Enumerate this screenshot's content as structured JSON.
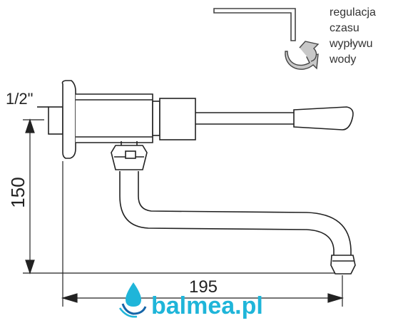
{
  "dimensions": {
    "thread": "1/2\"",
    "height": "150",
    "width": "195"
  },
  "note": {
    "line1": "regulacja",
    "line2": "czasu",
    "line3": "wypływu",
    "line4": "wody"
  },
  "logo": {
    "text": "balmea.pl"
  },
  "colors": {
    "line": "#222222",
    "accent": "#1fb5d9",
    "accent_dark": "#1565a8",
    "arrow_shade": "#c8c8c8"
  },
  "icons": {
    "key": "hex-key-icon",
    "rotate": "rotate-arrow-icon",
    "logo": "water-drop-hand-icon"
  }
}
